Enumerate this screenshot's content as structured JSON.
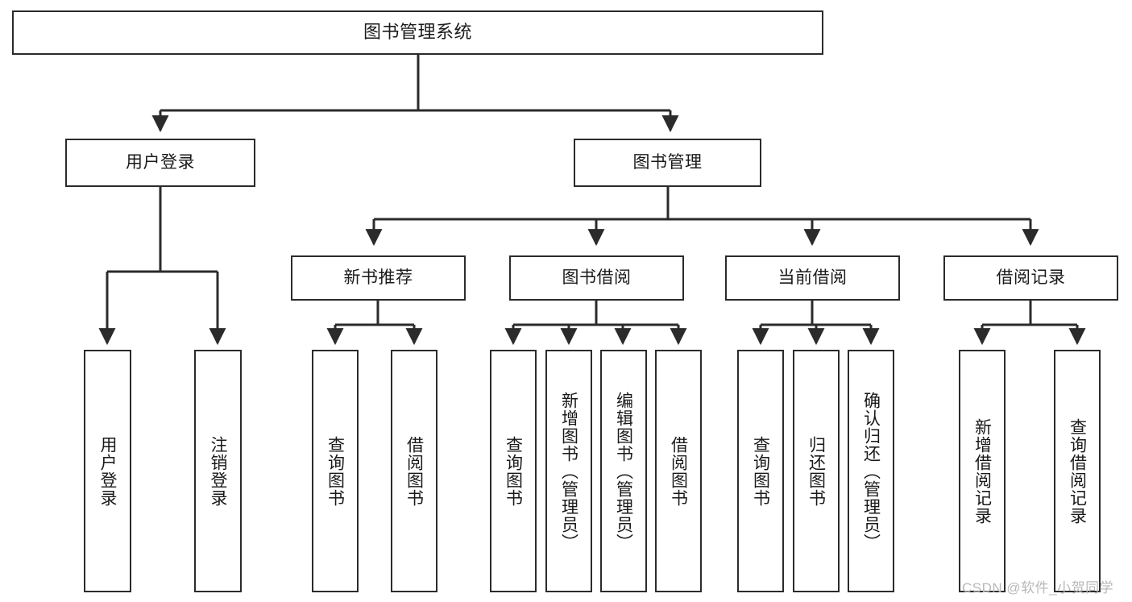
{
  "diagram": {
    "title": "图书管理系统",
    "root": {
      "label": "图书管理系统"
    },
    "level2": [
      {
        "label": "用户登录"
      },
      {
        "label": "图书管理"
      }
    ],
    "level3": [
      {
        "label": "新书推荐"
      },
      {
        "label": "图书借阅"
      },
      {
        "label": "当前借阅"
      },
      {
        "label": "借阅记录"
      }
    ],
    "leaves": {
      "user_login": [
        {
          "label": "用户登录"
        },
        {
          "label": "注销登录"
        }
      ],
      "new_book": [
        {
          "label": "查询图书"
        },
        {
          "label": "借阅图书"
        }
      ],
      "book_borrow": [
        {
          "label": "查询图书"
        },
        {
          "label": "新增图书（管理员）"
        },
        {
          "label": "编辑图书（管理员）"
        },
        {
          "label": "借阅图书"
        }
      ],
      "current_borrow": [
        {
          "label": "查询图书"
        },
        {
          "label": "归还图书"
        },
        {
          "label": "确认归还（管理员）"
        }
      ],
      "borrow_record": [
        {
          "label": "新增借阅记录"
        },
        {
          "label": "查询借阅记录"
        }
      ]
    }
  },
  "watermark": {
    "text": "CSDN @软件_小贺同学"
  },
  "colors": {
    "box_border": "#2b2b2b",
    "box_fill": "#ffffff",
    "connector": "#2b2b2b",
    "text": "#1a1a1a",
    "watermark": "#b9b9b9"
  }
}
